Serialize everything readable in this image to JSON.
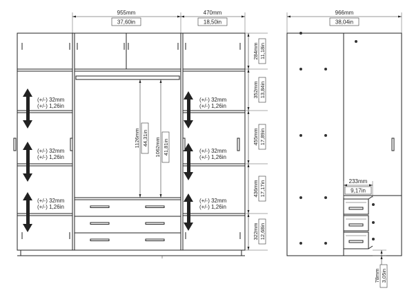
{
  "front_view": {
    "width_mm": "955mm",
    "width_in": "37,60in",
    "side_mm": "470mm",
    "side_in": "18,50in",
    "heights": [
      {
        "mm": "284mm",
        "in": "11,18in"
      },
      {
        "mm": "352mm",
        "in": "13,84in"
      },
      {
        "mm": "455mm",
        "in": "17,89in"
      },
      {
        "mm": "436mm",
        "in": "17,17in"
      },
      {
        "mm": "322mm",
        "in": "12,68in"
      }
    ],
    "rail_height": {
      "mm": "1126mm",
      "in": "44,31in"
    },
    "hang_height": {
      "mm": "1062mm",
      "in": "41,81in"
    },
    "adjust_mm": "(+/-) 32mm",
    "adjust_in": "(+/-) 1,26in"
  },
  "side_view": {
    "depth_mm": "966mm",
    "depth_in": "38,04in",
    "drawer_depth_mm": "233mm",
    "drawer_depth_in": "9,17in",
    "base_mm": "78mm",
    "base_in": "3,05in"
  }
}
